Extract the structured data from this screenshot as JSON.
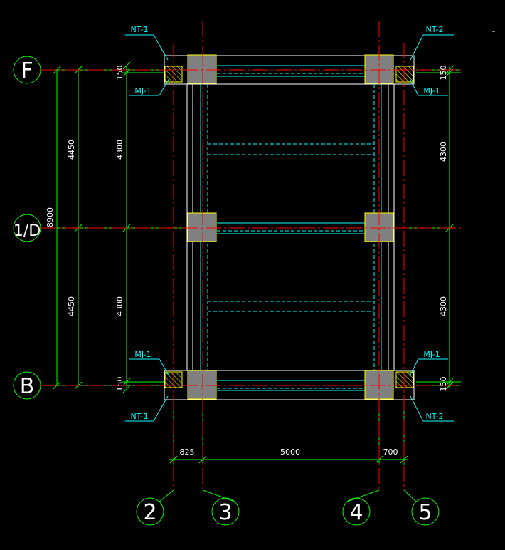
{
  "axes": {
    "F": "F",
    "mid": "1/D",
    "B": "B",
    "a2": "2",
    "a3": "3",
    "a4": "4",
    "a5": "5"
  },
  "labels": {
    "nt1": "NT-1",
    "nt2": "NT-2",
    "mj1": "MJ-1"
  },
  "dims": {
    "d150": "150",
    "d4300": "4300",
    "d4450": "4450",
    "d8900": "8900",
    "d825": "825",
    "d5000": "5000",
    "d700": "700"
  },
  "colors": {
    "background": "#000000",
    "axis": "#ff0000",
    "dimension": "#00ff00",
    "outline": "#ffffff",
    "hidden": "#00ffff",
    "column_fill": "#808080",
    "column_edge": "#ffff00",
    "tag_text": "#00ffff"
  }
}
